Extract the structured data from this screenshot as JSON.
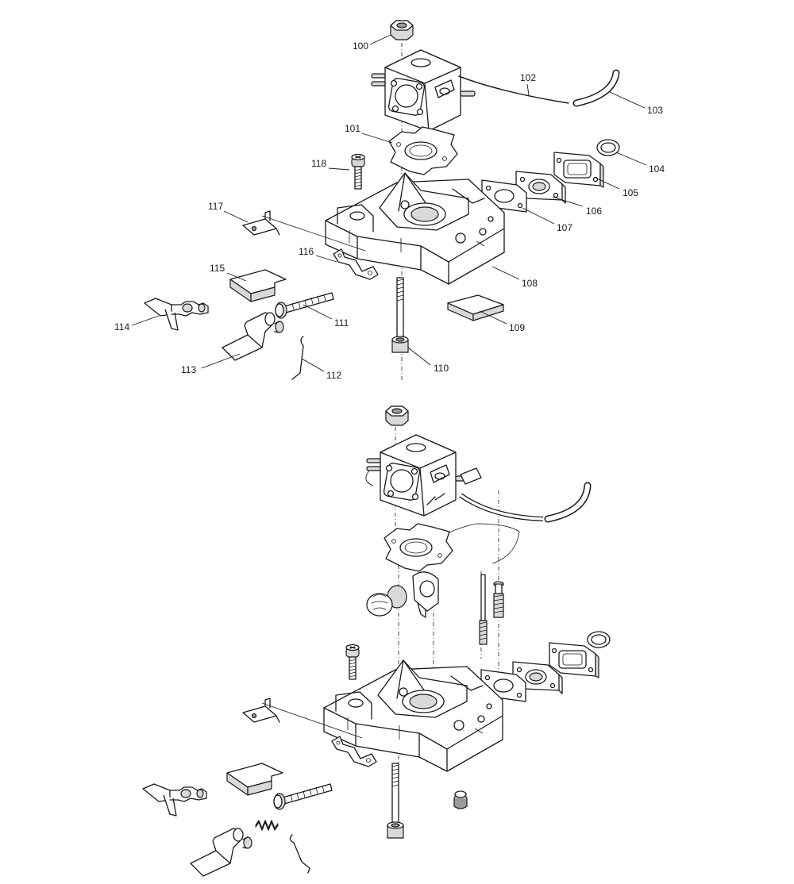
{
  "callouts": [
    {
      "id": "100",
      "label": "100"
    },
    {
      "id": "101",
      "label": "101"
    },
    {
      "id": "102",
      "label": "102"
    },
    {
      "id": "103",
      "label": "103"
    },
    {
      "id": "104",
      "label": "104"
    },
    {
      "id": "105",
      "label": "105"
    },
    {
      "id": "106",
      "label": "106"
    },
    {
      "id": "107",
      "label": "107"
    },
    {
      "id": "108",
      "label": "108"
    },
    {
      "id": "109",
      "label": "109"
    },
    {
      "id": "110",
      "label": "110"
    },
    {
      "id": "111",
      "label": "111"
    },
    {
      "id": "112",
      "label": "112"
    },
    {
      "id": "113",
      "label": "113"
    },
    {
      "id": "114",
      "label": "114"
    },
    {
      "id": "115",
      "label": "115"
    },
    {
      "id": "116",
      "label": "116"
    },
    {
      "id": "117",
      "label": "117"
    },
    {
      "id": "118",
      "label": "118"
    }
  ]
}
